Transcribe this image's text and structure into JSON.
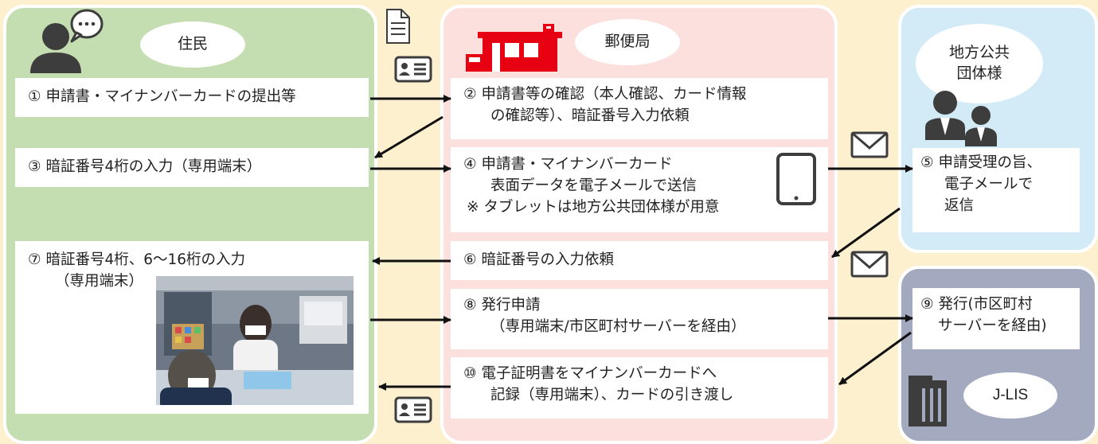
{
  "actors": {
    "resident": "住民",
    "post_office": "郵便局",
    "local_gov": "地方公共\n団体様",
    "jlis": "J-LIS"
  },
  "steps": {
    "s1": "① 申請書・マイナンバーカードの提出等",
    "s2": [
      "② 申請書等の確認（本人確認、カード情報",
      "の確認等）、暗証番号入力依頼"
    ],
    "s3": "③ 暗証番号4桁の入力（専用端末）",
    "s4": [
      "④ 申請書・マイナンバーカード",
      "表面データを電子メールで送信",
      "※ タブレットは地方公共団体様が用意"
    ],
    "s5": [
      "⑤ 申請受理の旨、",
      "電子メールで",
      "返信"
    ],
    "s6": "⑥ 暗証番号の入力依頼",
    "s7": [
      "⑦ 暗証番号4桁、6～16桁の入力",
      "（専用端末）"
    ],
    "s8": [
      "⑧ 発行申請",
      "（専用端末/市区町村サーバーを経由）"
    ],
    "s9": [
      "⑨ 発行(市区町村",
      "サーバーを経由)"
    ],
    "s10": [
      "⑩ 電子証明書をマイナンバーカードへ",
      "記録（専用端末）、カードの引き渡し"
    ]
  },
  "colors": {
    "resident_panel": "#c5deb1",
    "post_panel": "#fbe0de",
    "gov_panel": "#d3ebf7",
    "jlis_panel": "#a3aabf",
    "post_red": "#e60012",
    "icon_dark": "#3d3d3d"
  },
  "icons": [
    "person-speech-icon",
    "document-icon",
    "id-card-icon",
    "post-office-icon",
    "tablet-icon",
    "envelope-icon",
    "officials-icon",
    "building-icon",
    "photo"
  ]
}
